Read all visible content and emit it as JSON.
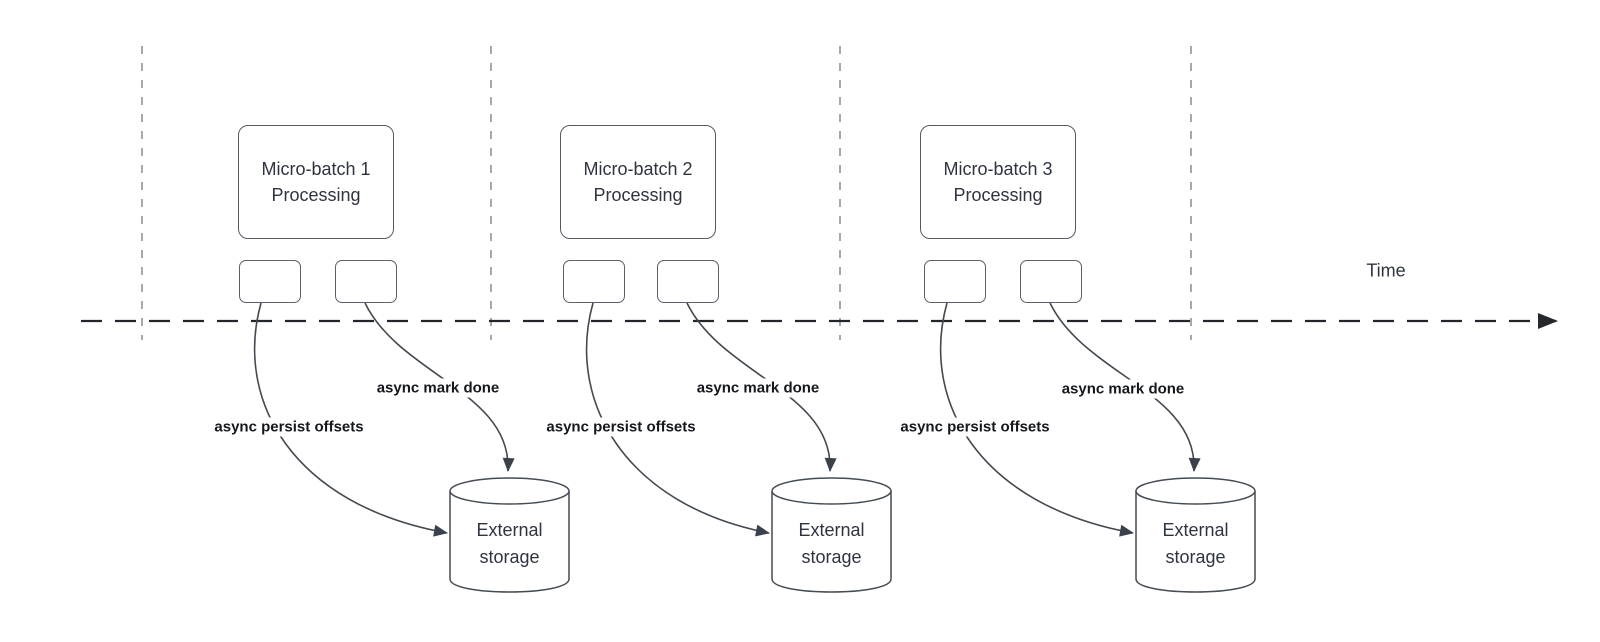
{
  "axis": {
    "label": "Time"
  },
  "batches": [
    {
      "box_title_line1": "Micro-batch 1",
      "box_title_line2": "Processing",
      "persist_label": "async persist offsets",
      "done_label": "async mark done",
      "storage_line1": "External",
      "storage_line2": "storage"
    },
    {
      "box_title_line1": "Micro-batch 2",
      "box_title_line2": "Processing",
      "persist_label": "async persist offsets",
      "done_label": "async mark done",
      "storage_line1": "External",
      "storage_line2": "storage"
    },
    {
      "box_title_line1": "Micro-batch 3",
      "box_title_line2": "Processing",
      "persist_label": "async persist offsets",
      "done_label": "async mark done",
      "storage_line1": "External",
      "storage_line2": "storage"
    }
  ],
  "colors": {
    "background": "#ffffff",
    "shape_stroke": "#545b63",
    "cylinder_stroke": "#454c54",
    "shape_text": "#2e3440",
    "arrow": "#434a52",
    "axis_line": "#22262b",
    "gridline": "#9aa0a6",
    "bold_label_text": "#14181d"
  }
}
